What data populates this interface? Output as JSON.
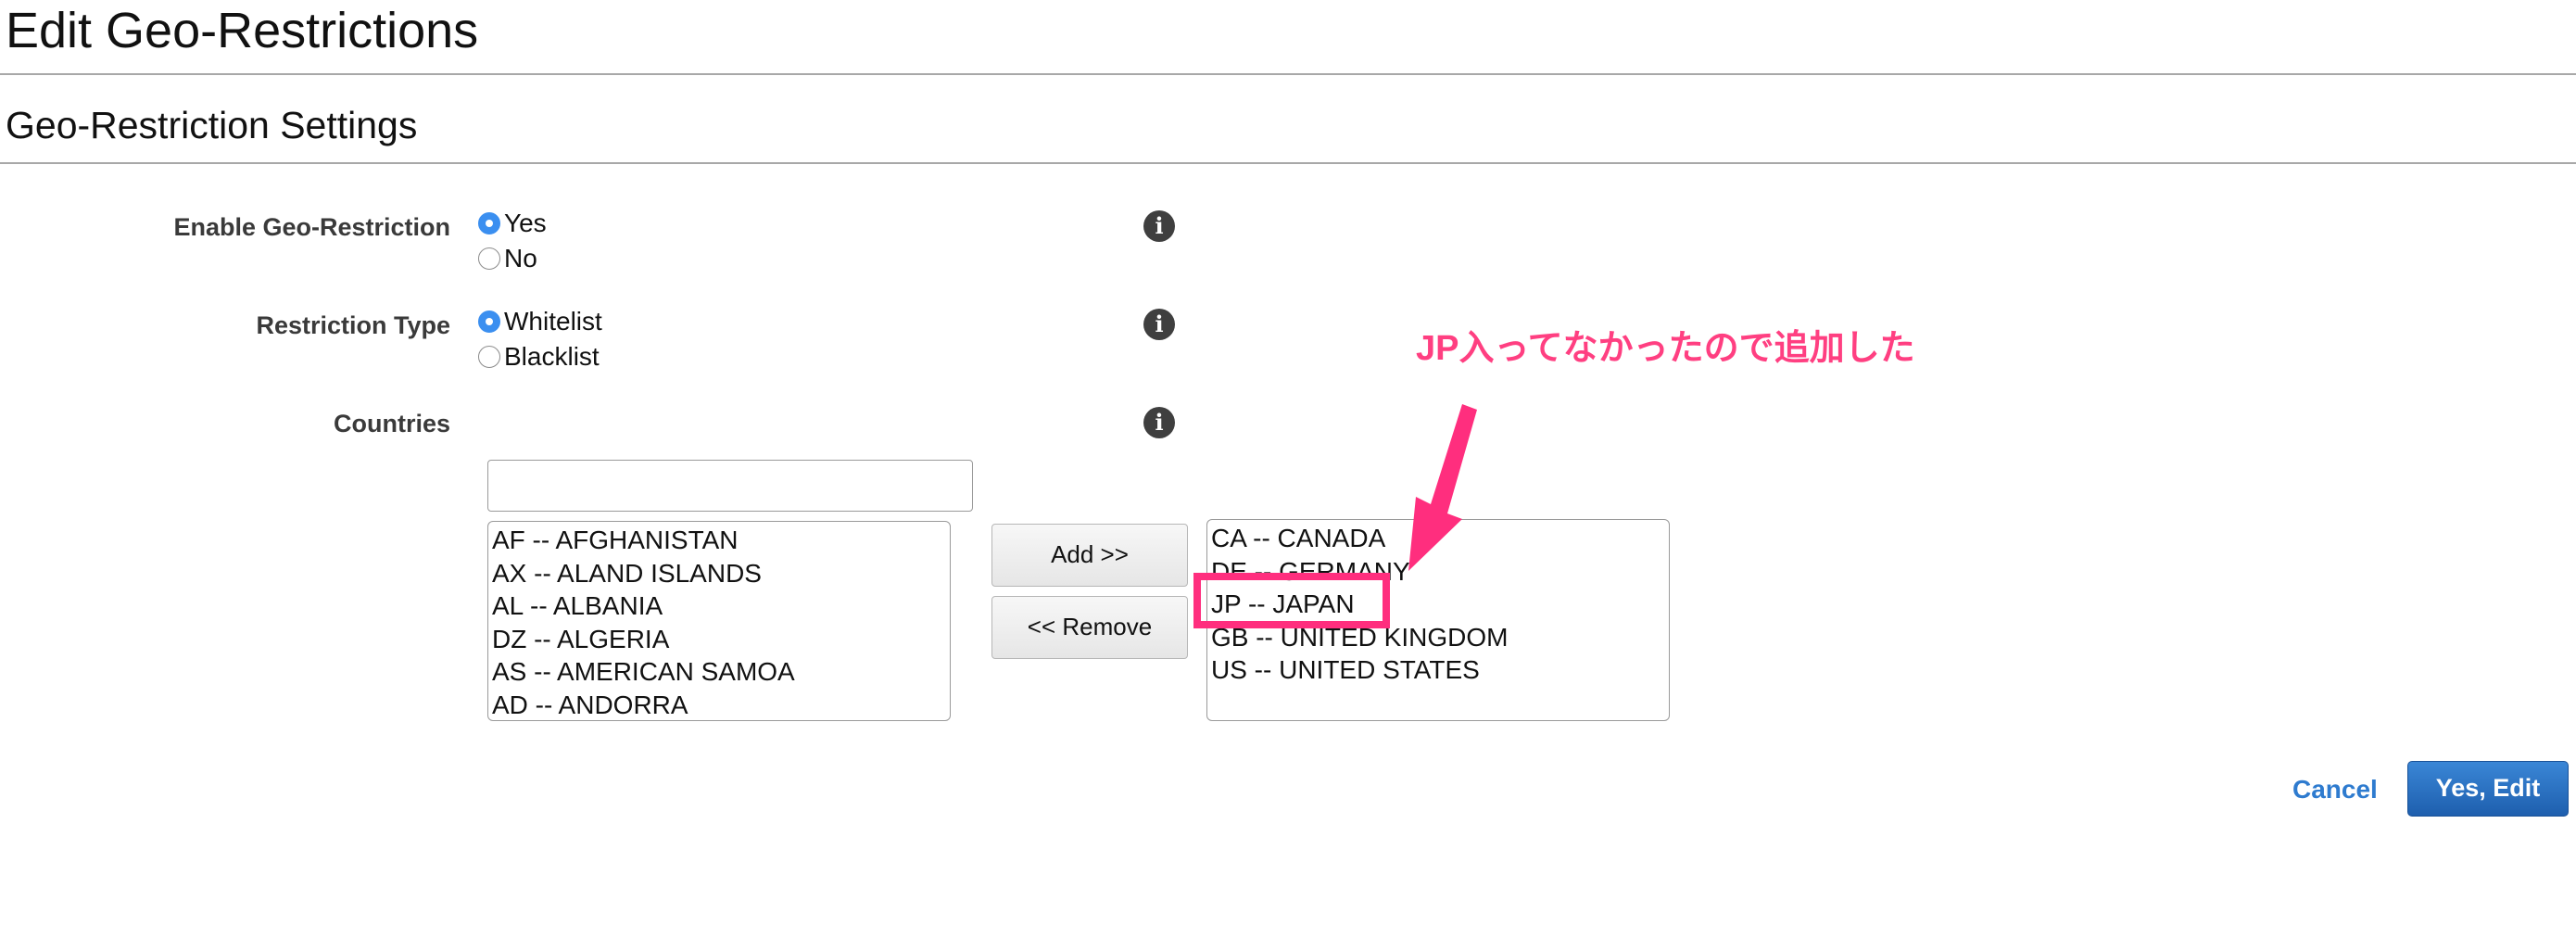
{
  "page": {
    "title": "Edit Geo-Restrictions",
    "section_title": "Geo-Restriction Settings"
  },
  "form": {
    "enable": {
      "label": "Enable Geo-Restriction",
      "options": [
        "Yes",
        "No"
      ],
      "selected": "Yes"
    },
    "type": {
      "label": "Restriction Type",
      "options": [
        "Whitelist",
        "Blacklist"
      ],
      "selected": "Whitelist"
    },
    "countries": {
      "label": "Countries",
      "filter_value": "",
      "available": [
        "AF -- AFGHANISTAN",
        "AX -- ALAND ISLANDS",
        "AL -- ALBANIA",
        "DZ -- ALGERIA",
        "AS -- AMERICAN SAMOA",
        "AD -- ANDORRA"
      ],
      "selected": [
        "CA -- CANADA",
        "DE -- GERMANY",
        "JP -- JAPAN",
        "GB -- UNITED KINGDOM",
        "US -- UNITED STATES"
      ],
      "add_label": "Add >>",
      "remove_label": "<< Remove"
    }
  },
  "footer": {
    "cancel_label": "Cancel",
    "submit_label": "Yes, Edit"
  },
  "annotation": {
    "text": "JP入ってなかったので追加した",
    "color": "#ff3f81"
  },
  "icons": {
    "info": "info-icon",
    "radio": "radio-icon"
  },
  "colors": {
    "radio_checked": "#3b8ff0",
    "link": "#2e7bcf",
    "primary_button": "#1e5fae",
    "highlight": "#ff2e7e"
  }
}
